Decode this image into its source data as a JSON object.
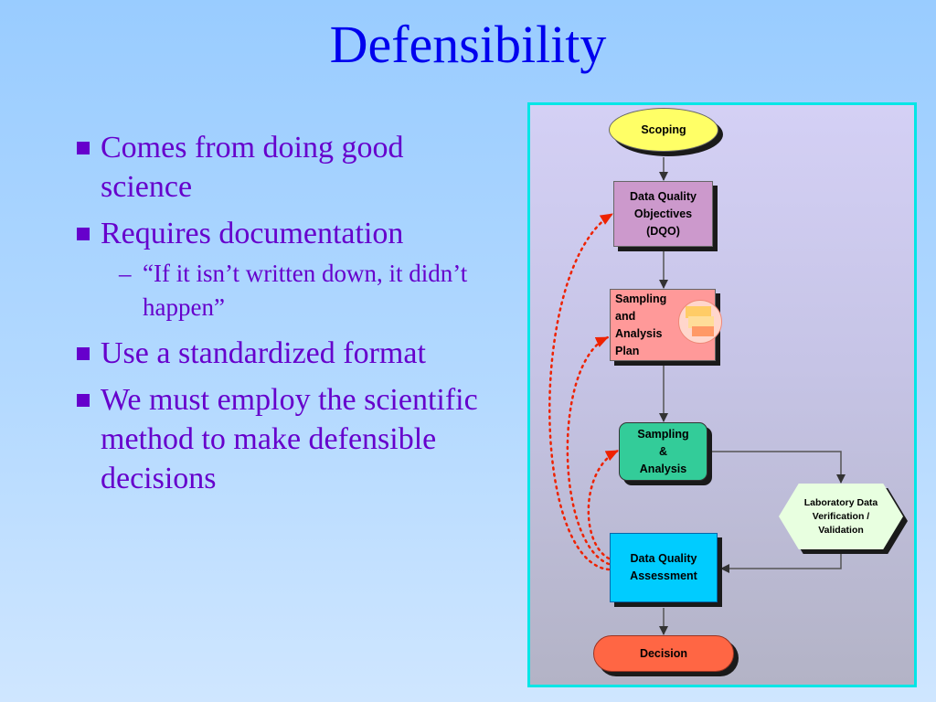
{
  "slide": {
    "title": "Defensibility",
    "bullets": [
      {
        "text": "Comes from doing good science"
      },
      {
        "text": "Requires documentation",
        "sub": [
          {
            "dash": "–",
            "text": "“If it isn’t written down, it didn’t happen”"
          }
        ]
      },
      {
        "text": "Use a standardized format"
      },
      {
        "text": "We must employ the scientific method to make defensible decisions"
      }
    ]
  },
  "flowchart": {
    "nodes": {
      "scoping": "Scoping",
      "dqo": [
        "Data Quality",
        "Objectives",
        "(DQO)"
      ],
      "sap": [
        "Sampling",
        "and",
        "Analysis",
        "Plan"
      ],
      "sampling": [
        "Sampling",
        "&",
        "Analysis"
      ],
      "lab": [
        "Laboratory Data",
        "Verification /",
        "Validation"
      ],
      "dqa": [
        "Data Quality",
        "Assessment"
      ],
      "decision": "Decision"
    }
  },
  "colors": {
    "title": "#0000ee",
    "bullet_text": "#6600cc",
    "panel_border": "#00e6e6",
    "feedback_arrow": "#ee2200",
    "scoping": "#ffff66",
    "dqo": "#cc99cc",
    "sap": "#ff9999",
    "sampling": "#33cc99",
    "lab": "#e8ffe0",
    "dqa": "#00ccff",
    "decision": "#ff6644"
  }
}
